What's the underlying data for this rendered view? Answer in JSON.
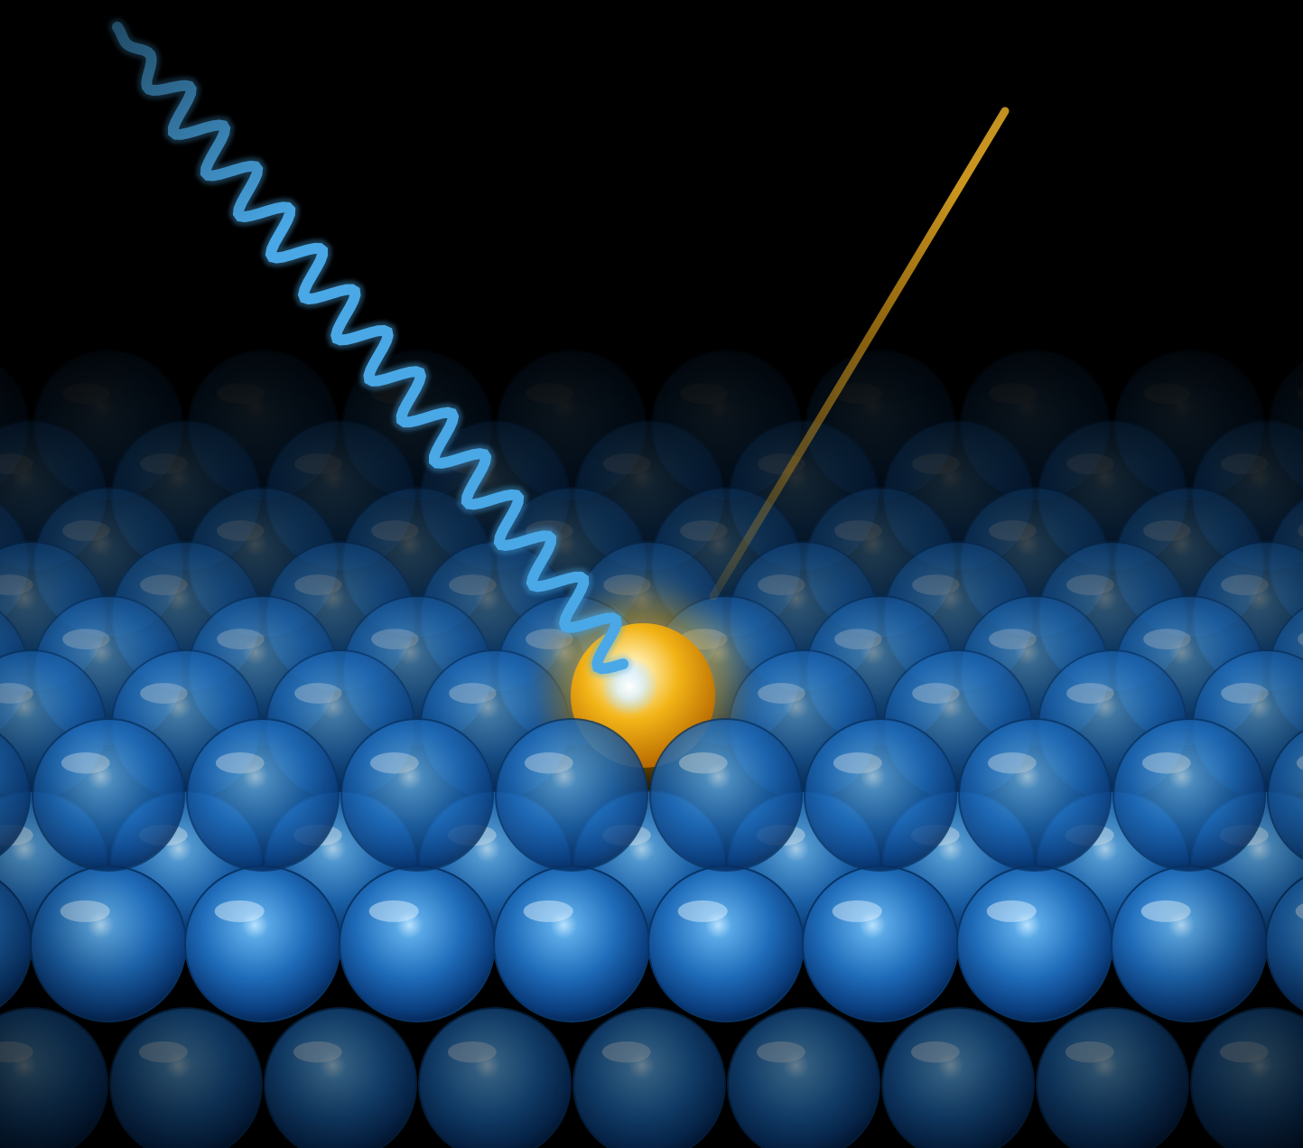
{
  "scene": {
    "background_color": "#000000",
    "lattice": {
      "atom_color": "#2f7fd0",
      "atom_highlight": "#a8d8ff",
      "atom_shadow": "#031a3a",
      "rows": 11
    },
    "excited_atom": {
      "color": "#f2b417",
      "glow_color": "#ffcc22",
      "core_color": "#ffffff"
    },
    "photon": {
      "color": "#4aa8e6",
      "shape": "wavy-line"
    },
    "emitted_electron": {
      "color": "#e0a820",
      "shape": "straight-line"
    }
  }
}
